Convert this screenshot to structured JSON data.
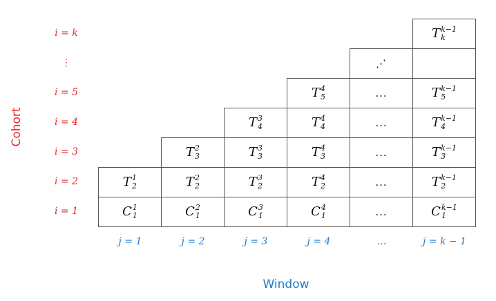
{
  "axis_titles": {
    "cohort": "Cohort",
    "window": "Window"
  },
  "colors": {
    "cohort_color": "#e8282b",
    "window_color": "#1f7ac4",
    "grid_border": "#555555"
  },
  "row_labels": [
    "i = k",
    "⋮",
    "i = 5",
    "i = 4",
    "i = 3",
    "i = 2",
    "i = 1"
  ],
  "col_labels": [
    "j = 1",
    "j = 2",
    "j = 3",
    "j = 4",
    "...",
    "j = k − 1"
  ],
  "cells": [
    {
      "row": 0,
      "col": 5,
      "base": "T",
      "sub": "k",
      "sup": "k−1"
    },
    {
      "row": 1,
      "col": 4,
      "dots": "⋰"
    },
    {
      "row": 1,
      "col": 5,
      "empty": true
    },
    {
      "row": 2,
      "col": 3,
      "base": "T",
      "sub": "5",
      "sup": "4"
    },
    {
      "row": 2,
      "col": 4,
      "dots": "..."
    },
    {
      "row": 2,
      "col": 5,
      "base": "T",
      "sub": "5",
      "sup": "k−1"
    },
    {
      "row": 3,
      "col": 2,
      "base": "T",
      "sub": "4",
      "sup": "3"
    },
    {
      "row": 3,
      "col": 3,
      "base": "T",
      "sub": "4",
      "sup": "4"
    },
    {
      "row": 3,
      "col": 4,
      "dots": "..."
    },
    {
      "row": 3,
      "col": 5,
      "base": "T",
      "sub": "4",
      "sup": "k−1"
    },
    {
      "row": 4,
      "col": 1,
      "base": "T",
      "sub": "3",
      "sup": "2"
    },
    {
      "row": 4,
      "col": 2,
      "base": "T",
      "sub": "3",
      "sup": "3"
    },
    {
      "row": 4,
      "col": 3,
      "base": "T",
      "sub": "3",
      "sup": "4"
    },
    {
      "row": 4,
      "col": 4,
      "dots": "..."
    },
    {
      "row": 4,
      "col": 5,
      "base": "T",
      "sub": "3",
      "sup": "k−1"
    },
    {
      "row": 5,
      "col": 0,
      "base": "T",
      "sub": "2",
      "sup": "1"
    },
    {
      "row": 5,
      "col": 1,
      "base": "T",
      "sub": "2",
      "sup": "2"
    },
    {
      "row": 5,
      "col": 2,
      "base": "T",
      "sub": "2",
      "sup": "3"
    },
    {
      "row": 5,
      "col": 3,
      "base": "T",
      "sub": "2",
      "sup": "4"
    },
    {
      "row": 5,
      "col": 4,
      "dots": "..."
    },
    {
      "row": 5,
      "col": 5,
      "base": "T",
      "sub": "2",
      "sup": "k−1"
    },
    {
      "row": 6,
      "col": 0,
      "base": "C",
      "sub": "1",
      "sup": "1"
    },
    {
      "row": 6,
      "col": 1,
      "base": "C",
      "sub": "1",
      "sup": "2"
    },
    {
      "row": 6,
      "col": 2,
      "base": "C",
      "sub": "1",
      "sup": "3"
    },
    {
      "row": 6,
      "col": 3,
      "base": "C",
      "sub": "1",
      "sup": "4"
    },
    {
      "row": 6,
      "col": 4,
      "dots": "..."
    },
    {
      "row": 6,
      "col": 5,
      "base": "C",
      "sub": "1",
      "sup": "k−1"
    }
  ]
}
